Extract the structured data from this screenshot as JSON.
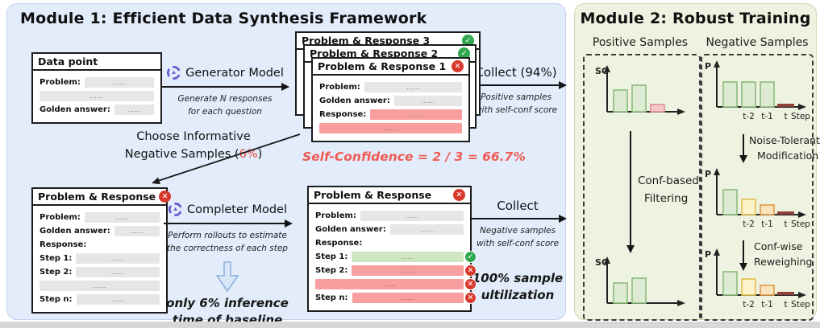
{
  "ui": {
    "bar_dots": "......",
    "check_glyph": "✓",
    "cross_glyph": "✕"
  },
  "colors": {
    "module1_bg": "#e2ecfa",
    "module2_bg": "#edf3e0",
    "accent_red": "#e8443e",
    "self_conf_red": "#ef5b55",
    "check_green": "#2fa84f",
    "cross_red": "#d8382b",
    "model_icon_purple": "#6a58d0",
    "block_arrow_blue": "#d9e7f8",
    "chart": {
      "green": {
        "f": "#dcebd2",
        "s": "#8cbb7d"
      },
      "pink": {
        "f": "#f7c8c8",
        "s": "#db8f8f"
      },
      "yellow": {
        "f": "#fdf2ca",
        "s": "#e1c050"
      },
      "orange": {
        "f": "#fbe3bd",
        "s": "#de9a46"
      },
      "sliver": {
        "f": "#8e4138",
        "s": ""
      }
    }
  },
  "module1": {
    "title": "Module 1: Efficient Data Synthesis Framework",
    "data_point": {
      "header": "Data point",
      "rows": [
        {
          "label": "Problem:",
          "bar": "gray"
        },
        {
          "label": "",
          "bar": "gray"
        },
        {
          "label": "Golden answer:",
          "bar": "gray"
        }
      ]
    },
    "generator": {
      "name": "Generator Model",
      "line1": "Generate N responses",
      "line2": "for each question"
    },
    "cards": {
      "c3_title": "Problem & Response 3",
      "c2_title": "Problem & Response 2",
      "c1_title": "Problem & Response 1",
      "back_rows": [
        {
          "label": "Problem:",
          "bar": "gray"
        },
        {
          "label": "Golden answer:",
          "bar": "gray"
        },
        {
          "label": "Response:",
          "bar": "green"
        },
        {
          "label": "",
          "bar": "green"
        }
      ],
      "front_rows": [
        {
          "label": "Problem:",
          "bar": "gray"
        },
        {
          "label": "Golden answer:",
          "bar": "gray"
        },
        {
          "label": "Response:",
          "bar": "pink"
        },
        {
          "label": "",
          "bar": "pink"
        }
      ]
    },
    "collect_top": {
      "title": "Collect (94%)",
      "line1": "Positive samples",
      "line2": "with self-conf score"
    },
    "self_conf": "Self-Confidence = 2 / 3 = 66.7%",
    "choose": {
      "line1": "Choose Informative",
      "line2_pre": "Negative Samples (",
      "pct": "6%",
      "line2_post": ")"
    },
    "neg_card": {
      "title": "Problem & Response",
      "rows": [
        {
          "label": "Problem:",
          "bar": "gray"
        },
        {
          "label": "Golden answer:",
          "bar": "gray"
        },
        {
          "label": "Response:"
        },
        {
          "label": "Step 1:",
          "bar": "gray"
        },
        {
          "label": "Step 2:",
          "bar": "gray"
        },
        {
          "label": "",
          "bar": "gray"
        },
        {
          "label": "Step n:",
          "bar": "gray"
        }
      ]
    },
    "completer": {
      "name": "Completer Model",
      "line1": "Perform rollouts to estimate",
      "line2": "the correctness of each step",
      "note1": "only 6% inference",
      "note2": "time of baseline"
    },
    "step_card": {
      "title": "Problem & Response",
      "rows": [
        {
          "label": "Problem:",
          "bar": "gray"
        },
        {
          "label": "Golden answer:",
          "bar": "gray"
        },
        {
          "label": "Response:"
        },
        {
          "label": "Step 1:",
          "bar": "green",
          "icon": "check"
        },
        {
          "label": "Step 2:",
          "bar": "pink",
          "icon": "cross"
        },
        {
          "label": "",
          "bar": "pink",
          "icon": "cross"
        },
        {
          "label": "Step n:",
          "bar": "pink",
          "icon": "cross"
        }
      ]
    },
    "collect_bottom": {
      "title": "Collect",
      "line1": "Negative samples",
      "line2": "with self-conf score",
      "note1": "100% sample",
      "note2": "ultilization"
    }
  },
  "module2": {
    "title": "Module 2: Robust Training",
    "positive_label": "Positive Samples",
    "negative_label": "Negative Samples",
    "filtering": [
      "Conf-based",
      "Filtering"
    ],
    "noise": [
      "Noise-Tolerant",
      "Modification"
    ],
    "reweigh": [
      "Conf-wise",
      "Reweighing"
    ],
    "charts": [
      {
        "ylabel": "SC",
        "bars": [
          {
            "c": "green",
            "h": 0.56
          },
          {
            "c": "green",
            "h": 0.68
          },
          {
            "c": "pink",
            "h": 0.19
          }
        ]
      },
      {
        "ylabel": "SC",
        "bars": [
          {
            "c": "green",
            "h": 0.52
          },
          {
            "c": "green",
            "h": 0.64
          }
        ]
      },
      {
        "ylabel": "P",
        "bars": [
          {
            "c": "green",
            "h": 0.64
          },
          {
            "c": "green",
            "h": 0.64
          },
          {
            "c": "green",
            "h": 0.64
          },
          {
            "c": "sliver"
          }
        ],
        "xlabels": [
          "t-2",
          "t-1",
          "t",
          "Step"
        ]
      },
      {
        "ylabel": "P",
        "bars": [
          {
            "c": "green",
            "h": 0.64
          },
          {
            "c": "yellow",
            "h": 0.4
          },
          {
            "c": "orange",
            "h": 0.24
          },
          {
            "c": "sliver"
          }
        ],
        "xlabels": [
          "t-2",
          "t-1",
          "t",
          "Step"
        ]
      },
      {
        "ylabel": "P",
        "bars": [
          {
            "c": "green",
            "h": 0.6
          },
          {
            "c": "yellow",
            "h": 0.42
          },
          {
            "c": "orange",
            "h": 0.26
          },
          {
            "c": "sliver"
          }
        ],
        "xlabels": [
          "t-2",
          "t-1",
          "t",
          "Step"
        ]
      }
    ]
  }
}
